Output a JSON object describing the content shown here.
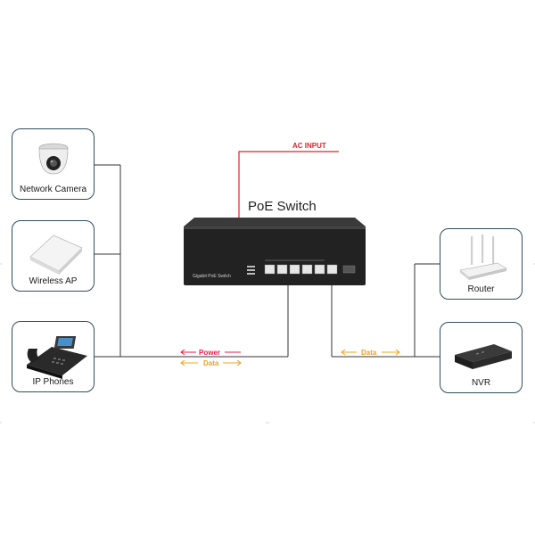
{
  "diagram": {
    "switch_title": "PoE Switch",
    "switch_label": "Gigabit PoE Switch",
    "ac_input": "AC INPUT",
    "power_label": "Power",
    "data_label_left": "Data",
    "data_label_right": "Data",
    "devices_left": [
      {
        "label": "Network Camera",
        "icon": "dome-camera-icon"
      },
      {
        "label": "Wireless AP",
        "icon": "wireless-ap-icon"
      },
      {
        "label": "IP Phones",
        "icon": "ip-phone-icon"
      }
    ],
    "devices_right": [
      {
        "label": "Router",
        "icon": "router-icon"
      },
      {
        "label": "NVR",
        "icon": "nvr-icon"
      }
    ],
    "colors": {
      "power": "#e8194a",
      "data": "#f0a020",
      "ac": "#d9262b",
      "line": "#333333",
      "card_border": "#2f4f5f",
      "switch_body": "#222222"
    }
  }
}
